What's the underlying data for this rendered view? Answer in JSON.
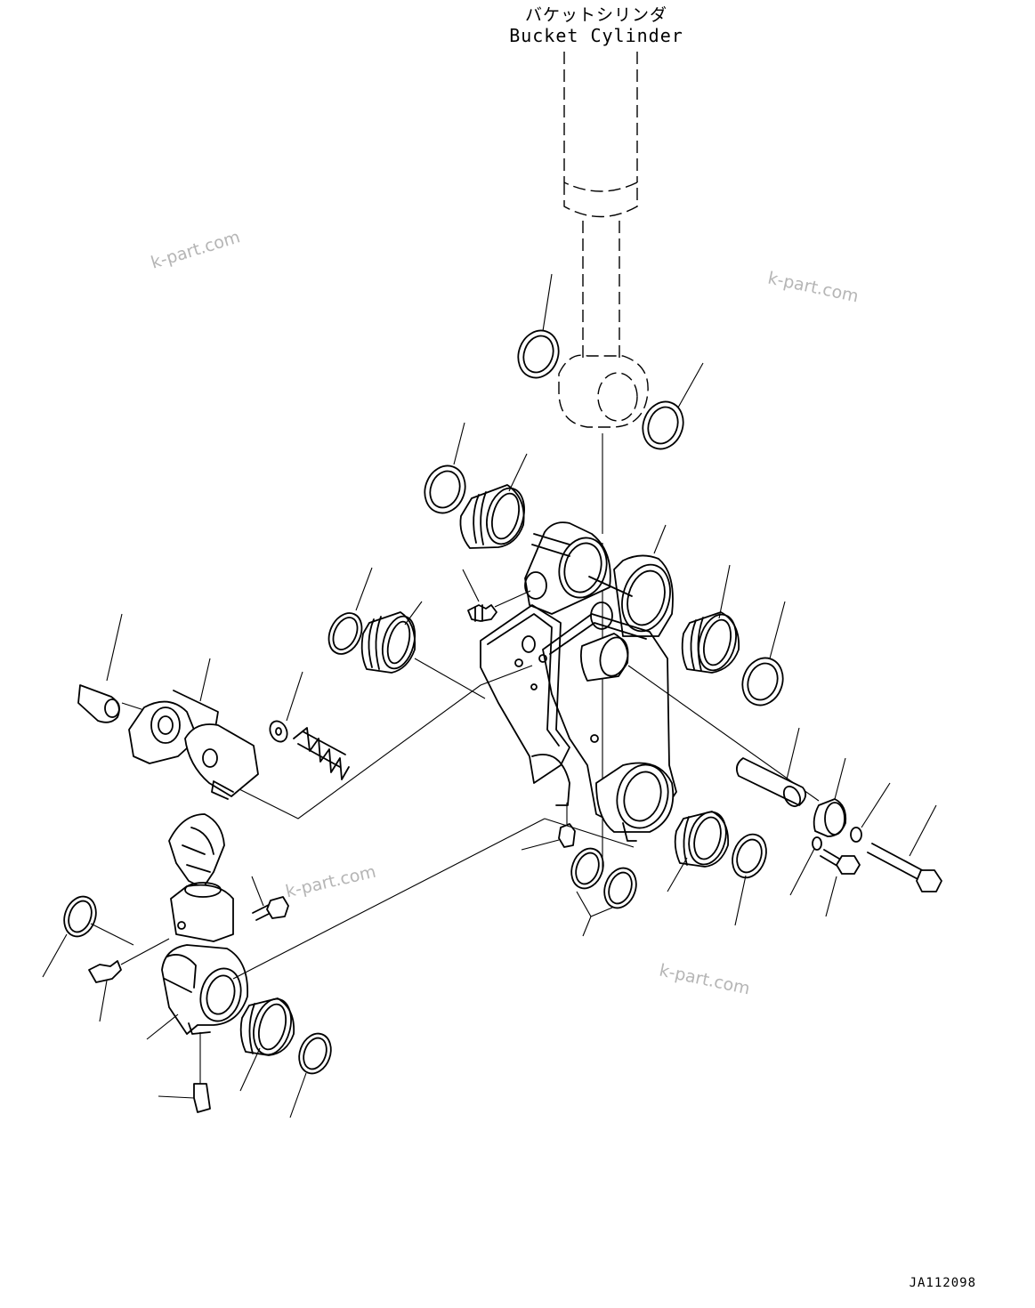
{
  "labels": {
    "cylinder_jp": "バケットシリンダ",
    "cylinder_en": "Bucket Cylinder",
    "drawing_code": "JA112098"
  },
  "watermarks": [
    "k-part.com",
    "k-part.com",
    "k-part.com",
    "k-part.com"
  ]
}
